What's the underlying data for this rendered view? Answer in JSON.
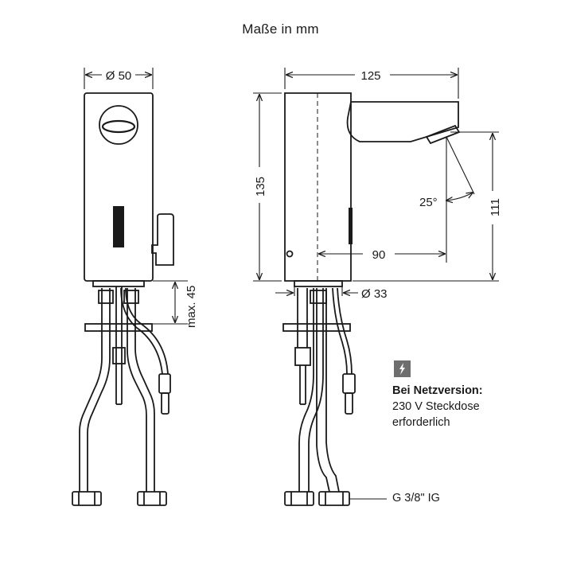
{
  "title": "Maße in mm",
  "dimensions": {
    "front_diameter": "Ø 50",
    "side_width": "125",
    "height": "135",
    "spout_height": "111",
    "spray_angle": "25°",
    "spout_reach": "90",
    "mount_diameter": "Ø 33",
    "max_mount_depth": "max. 45"
  },
  "note": {
    "icon": "lightning-icon",
    "heading": "Bei Netzversion:",
    "line1": "230 V Steckdose",
    "line2": "erforderlich"
  },
  "thread_label": "G 3/8\" IG"
}
